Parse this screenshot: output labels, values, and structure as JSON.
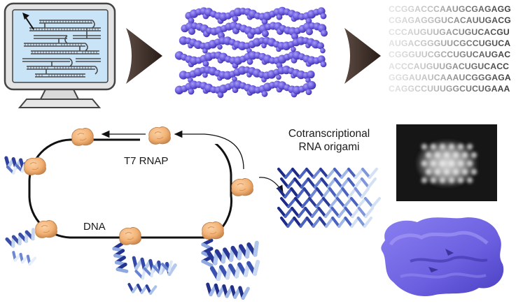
{
  "labels": {
    "polymerase": "T7 RNAP",
    "template": "DNA",
    "product_line1": "Cotranscriptional",
    "product_line2": "RNA origami"
  },
  "sequences": [
    "CCGGACCCAAUGCGAGAGG",
    "CGAGAGGGUCACAUUGACG",
    "CCCAUGUUGACUGUCACGU",
    "AUGACGGGUUCGCCUGUCA",
    "CGGGUUCGCCUGUCAUGAC",
    "ACCCAUGUUGACUGUCACC",
    "GGGAUAUCAAAUCGGGAGA",
    "CAGGCCUUUGGCUCUGAAA"
  ],
  "colors": {
    "origami_purple": "#6c5de0",
    "polymerase_orange": "#f2b275",
    "arrow_dark": "#3a2a24",
    "dna_black": "#111111",
    "helix_dark": "#24338f",
    "helix_light": "#a9c2e8"
  }
}
